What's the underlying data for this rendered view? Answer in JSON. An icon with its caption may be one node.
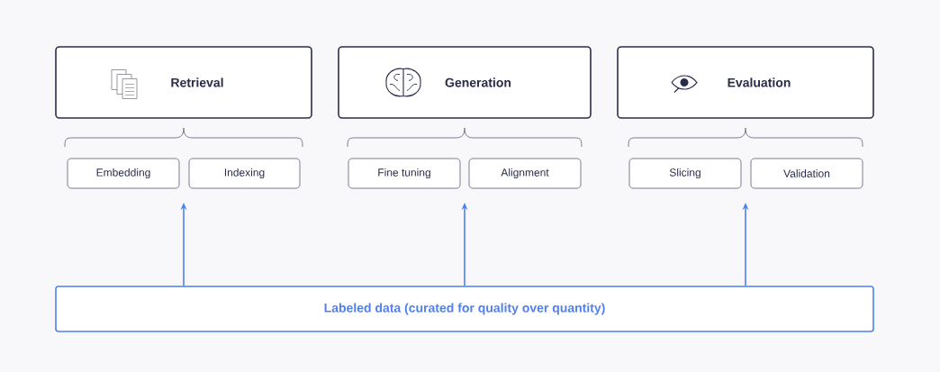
{
  "diagram": {
    "nodes": [
      {
        "text": [
          "Retrieval"
        ]
      },
      {
        "text": [
          "Generation"
        ]
      },
      {
        "text": [
          "Evaluation"
        ]
      },
      {
        "text": [
          "Embedding"
        ]
      },
      {
        "text": [
          "Indexing"
        ]
      },
      {
        "text": [
          "Fine tuning"
        ]
      },
      {
        "text": [
          "Alignment"
        ]
      },
      {
        "text": [
          "Slicing"
        ]
      },
      {
        "text": [
          "Validation"
        ]
      },
      {
        "text": [
          "Labeled data (curated for quality over quantity)"
        ]
      }
    ],
    "edges": [
      {
        "from": 9,
        "to": null,
        "arrow": "to"
      },
      {
        "from": 9,
        "to": null,
        "arrow": "to"
      },
      {
        "from": 9,
        "to": null,
        "arrow": "to"
      }
    ]
  }
}
